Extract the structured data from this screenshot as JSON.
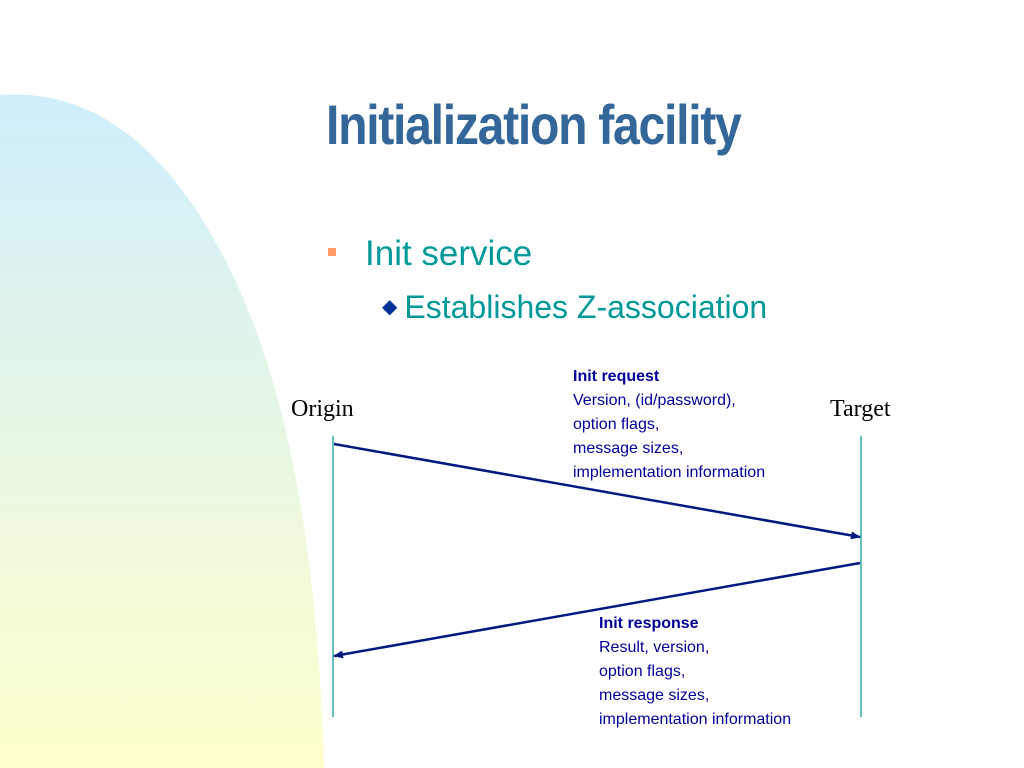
{
  "slide": {
    "title": "Initialization facility",
    "bullets": [
      {
        "text": "Init service",
        "sub": [
          {
            "text": "Establishes Z-association"
          }
        ]
      }
    ]
  },
  "diagram": {
    "parties": {
      "origin": "Origin",
      "target": "Target"
    },
    "messages": [
      {
        "direction": "origin-to-target",
        "title": "Init request",
        "lines": [
          "Version, (id/password),",
          "option flags,",
          "message sizes,",
          "implementation information"
        ]
      },
      {
        "direction": "target-to-origin",
        "title": "Init response",
        "lines": [
          "Result, version,",
          "option flags,",
          "message sizes,",
          "implementation information"
        ]
      }
    ]
  },
  "colors": {
    "title": "#336699",
    "bullet_text": "#009999",
    "bullet_marker_l1": "#ff9966",
    "bullet_marker_l2": "#003399",
    "arrow": "#001a80",
    "lifeline": "#33aaaa",
    "message_text": "#000099",
    "background_gradient_top": "#cfeefc",
    "background_gradient_bottom": "#ffffcc"
  },
  "icons": {
    "bullet_l1": "square-bullet-icon",
    "bullet_l2": "diamond-bullet-icon"
  }
}
